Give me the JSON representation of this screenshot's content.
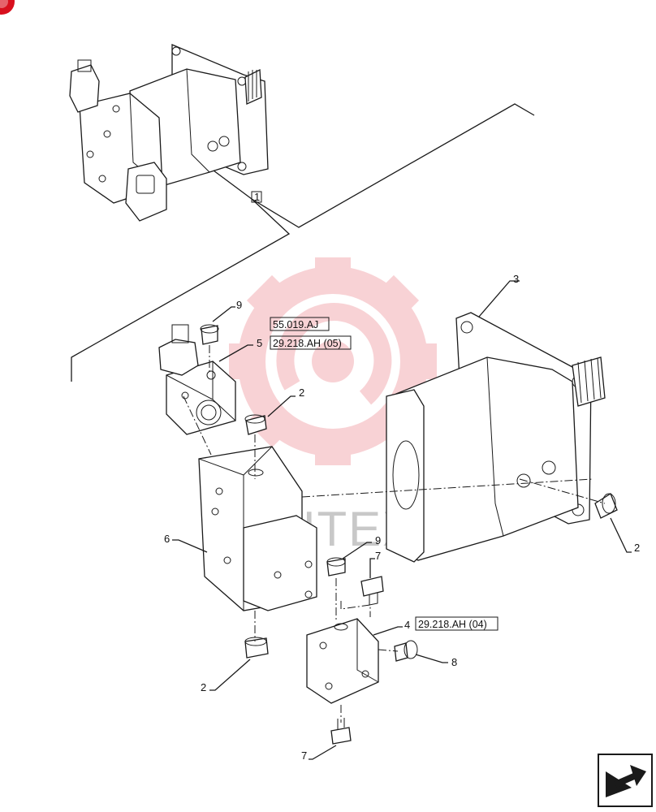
{
  "labels": {
    "item_1": "1",
    "item_2a": "2",
    "item_2b": "2",
    "item_2c": "2",
    "item_3": "3",
    "item_4": "4",
    "item_5": "5",
    "item_6": "6",
    "item_7a": "7",
    "item_7b": "7",
    "item_8": "8",
    "item_9a": "9",
    "item_9b": "9"
  },
  "references": {
    "ref_55019": "55.019.AJ",
    "ref_29218_05": "29.218.AH (05)",
    "ref_29218_04": "29.218.AH (04)"
  },
  "watermark": "ИНТЕХ",
  "colors": {
    "line": "#1a1a1a",
    "watermark_red": "#f2a7ad",
    "corner_badge": "#d8101e"
  },
  "icons": [
    "corner-badge-icon",
    "watermark-gear-icon",
    "next-page-arrow-icon"
  ]
}
